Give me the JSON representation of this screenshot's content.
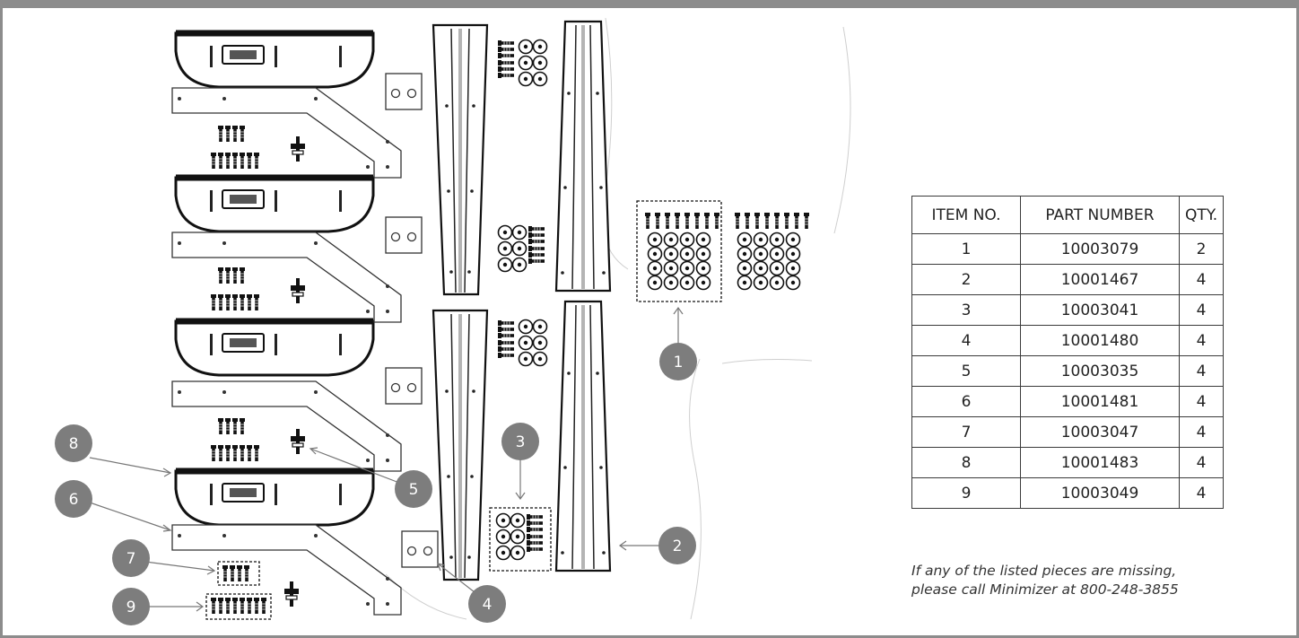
{
  "table": {
    "headers": [
      "ITEM NO.",
      "PART NUMBER",
      "QTY."
    ],
    "rows": [
      {
        "item": "1",
        "part": "10003079",
        "qty": "2"
      },
      {
        "item": "2",
        "part": "10001467",
        "qty": "4"
      },
      {
        "item": "3",
        "part": "10003041",
        "qty": "4"
      },
      {
        "item": "4",
        "part": "10001480",
        "qty": "4"
      },
      {
        "item": "5",
        "part": "10003035",
        "qty": "4"
      },
      {
        "item": "6",
        "part": "10001481",
        "qty": "4"
      },
      {
        "item": "7",
        "part": "10003047",
        "qty": "4"
      },
      {
        "item": "8",
        "part": "10001483",
        "qty": "4"
      },
      {
        "item": "9",
        "part": "10003049",
        "qty": "4"
      }
    ]
  },
  "note": {
    "line1": "If any of the listed pieces are missing,",
    "line2": "please call Minimizer at 800-248-3855"
  },
  "callouts": {
    "c1": "1",
    "c2": "2",
    "c3": "3",
    "c4": "4",
    "c5": "5",
    "c6": "6",
    "c7": "7",
    "c8": "8",
    "c9": "9"
  },
  "colors": {
    "frame": "#8c8c8c",
    "callout_fill": "#7d7d7d",
    "line_art": "#2a2a2a"
  }
}
